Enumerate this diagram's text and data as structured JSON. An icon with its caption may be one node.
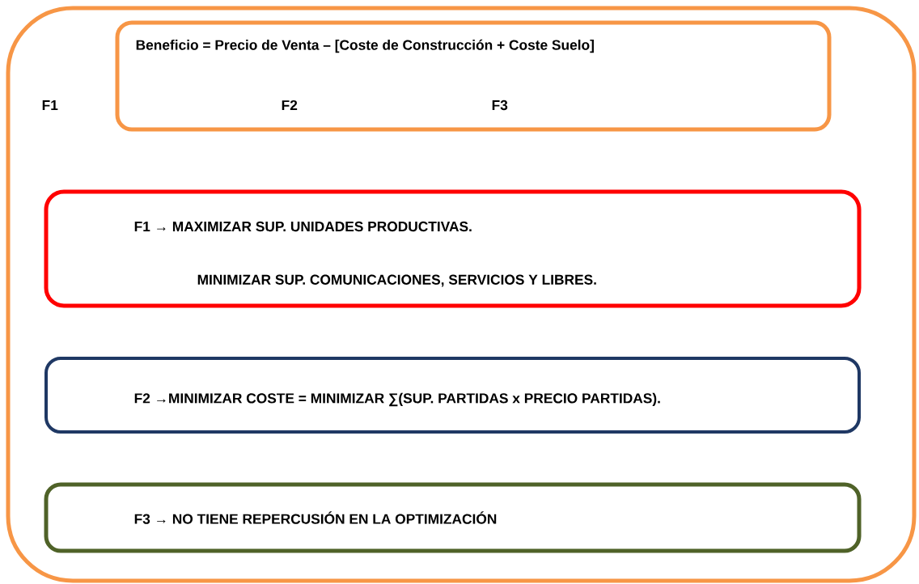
{
  "diagram": {
    "nodes": [
      {
        "text": [
          "F1"
        ]
      },
      {
        "text": [
          "Beneficio = Precio de Venta – [Coste de Construcción + Coste Suelo]",
          "F2",
          "F3"
        ],
        "in": 0
      },
      {
        "text": [
          "F1 → MAXIMIZAR SUP. UNIDADES PRODUCTIVAS.",
          "MINIMIZAR SUP. COMUNICACIONES, SERVICIOS Y LIBRES."
        ],
        "in": 0
      },
      {
        "text": [
          "F2 →MINIMIZAR COSTE = MINIMIZAR ∑(SUP. PARTIDAS x PRECIO PARTIDAS)."
        ],
        "in": 0
      },
      {
        "text": [
          "F3 → NO TIENE REPERCUSIÓN EN LA OPTIMIZACIÓN"
        ],
        "in": 0
      }
    ]
  }
}
